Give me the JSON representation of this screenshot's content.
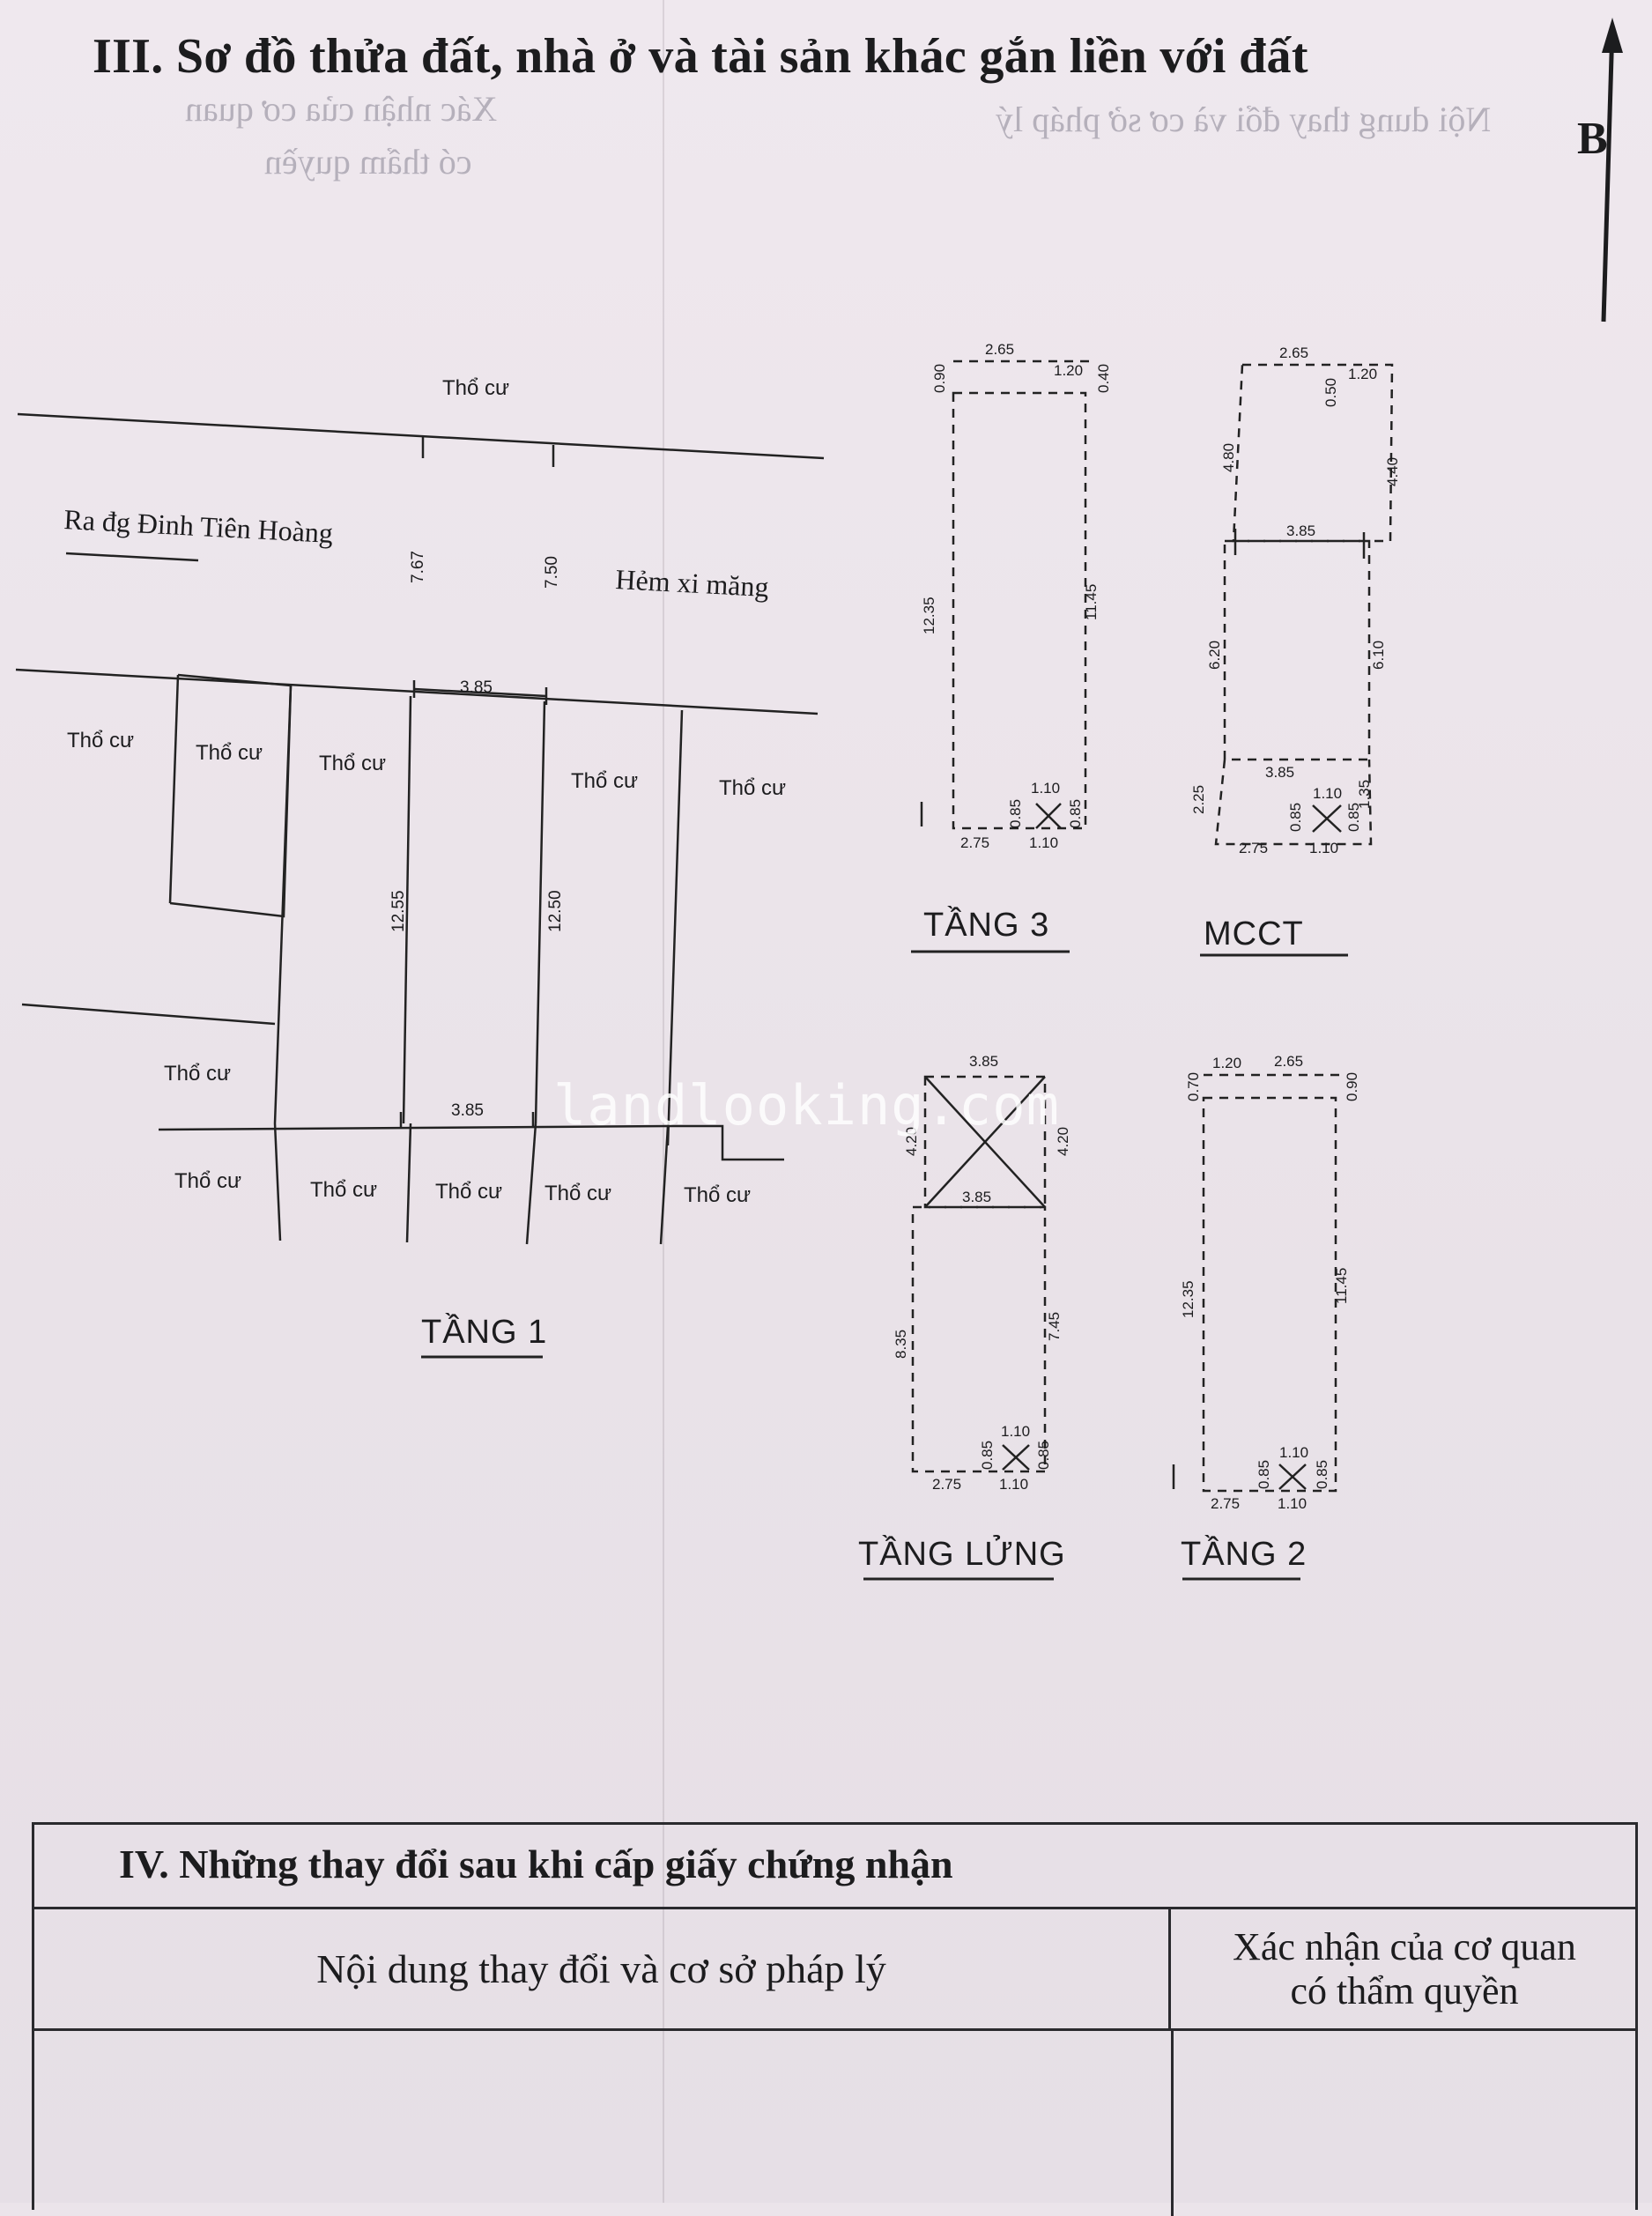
{
  "section3": {
    "title": "III. Sơ đồ thửa đất, nhà ở và tài sản khác gắn liền với đất",
    "north_label": "B",
    "show_through": {
      "left_1": "Xác nhận của cơ quan",
      "left_2": "có thẩm quyền",
      "right": "Nội dung thay đổi và cơ sở pháp lý"
    }
  },
  "site_plan": {
    "caption": "TẦNG 1",
    "road_label": "Ra đg Đinh Tiên Hoàng",
    "alley_label": "Hẻm xi măng",
    "neighbor_label": "Thổ cư",
    "dims": {
      "alley_w1": "7.67",
      "alley_w2": "7.50",
      "front": "3.85",
      "back": "3.85",
      "left": "12.55",
      "right": "12.50"
    }
  },
  "floors": {
    "tang3": {
      "caption": "TẦNG 3",
      "top": "2.65",
      "top_right": "1.20",
      "left_top": "0.90",
      "right_top": "0.40",
      "left": "12.35",
      "right": "11.45",
      "bottom_left": "2.75",
      "stair_w": "1.10",
      "stair_h": "0.85",
      "stair_b": "1.10",
      "stair_r": "0.85"
    },
    "mcct": {
      "caption": "MCCT",
      "top": "2.65",
      "top_right": "1.20",
      "right_top1": "0.50",
      "left_top": "4.80",
      "right_top": "4.40",
      "mid": "3.85",
      "left_mid": "6.20",
      "right_mid": "6.10",
      "lower": "3.85",
      "left_low": "2.25",
      "right_low": "1.35",
      "bottom_left": "2.75",
      "stair_w": "1.10",
      "stair_h": "0.85",
      "stair_b": "1.10",
      "stair_r": "0.85"
    },
    "tang_lung": {
      "caption": "TẦNG LỬNG",
      "top": "3.85",
      "void_left": "4.20",
      "void_right": "4.20",
      "mid": "3.85",
      "left": "8.35",
      "right": "7.45",
      "bottom_left": "2.75",
      "stair_w": "1.10",
      "stair_h": "0.85",
      "stair_b": "1.10",
      "stair_r": "0.85"
    },
    "tang2": {
      "caption": "TẦNG 2",
      "top_left": "1.20",
      "top": "2.65",
      "left_top": "0.70",
      "right_top": "0.90",
      "left": "12.35",
      "right": "11.45",
      "bottom_left": "2.75",
      "stair_w": "1.10",
      "stair_h": "0.85",
      "stair_b": "1.10",
      "stair_r": "0.85"
    }
  },
  "watermark": "landlooking.com",
  "section4": {
    "title": "IV. Những thay đổi sau khi cấp giấy chứng nhận",
    "col_left": "Nội dung thay đổi và cơ sở pháp lý",
    "col_right_1": "Xác nhận của cơ quan",
    "col_right_2": "có thẩm quyền"
  }
}
